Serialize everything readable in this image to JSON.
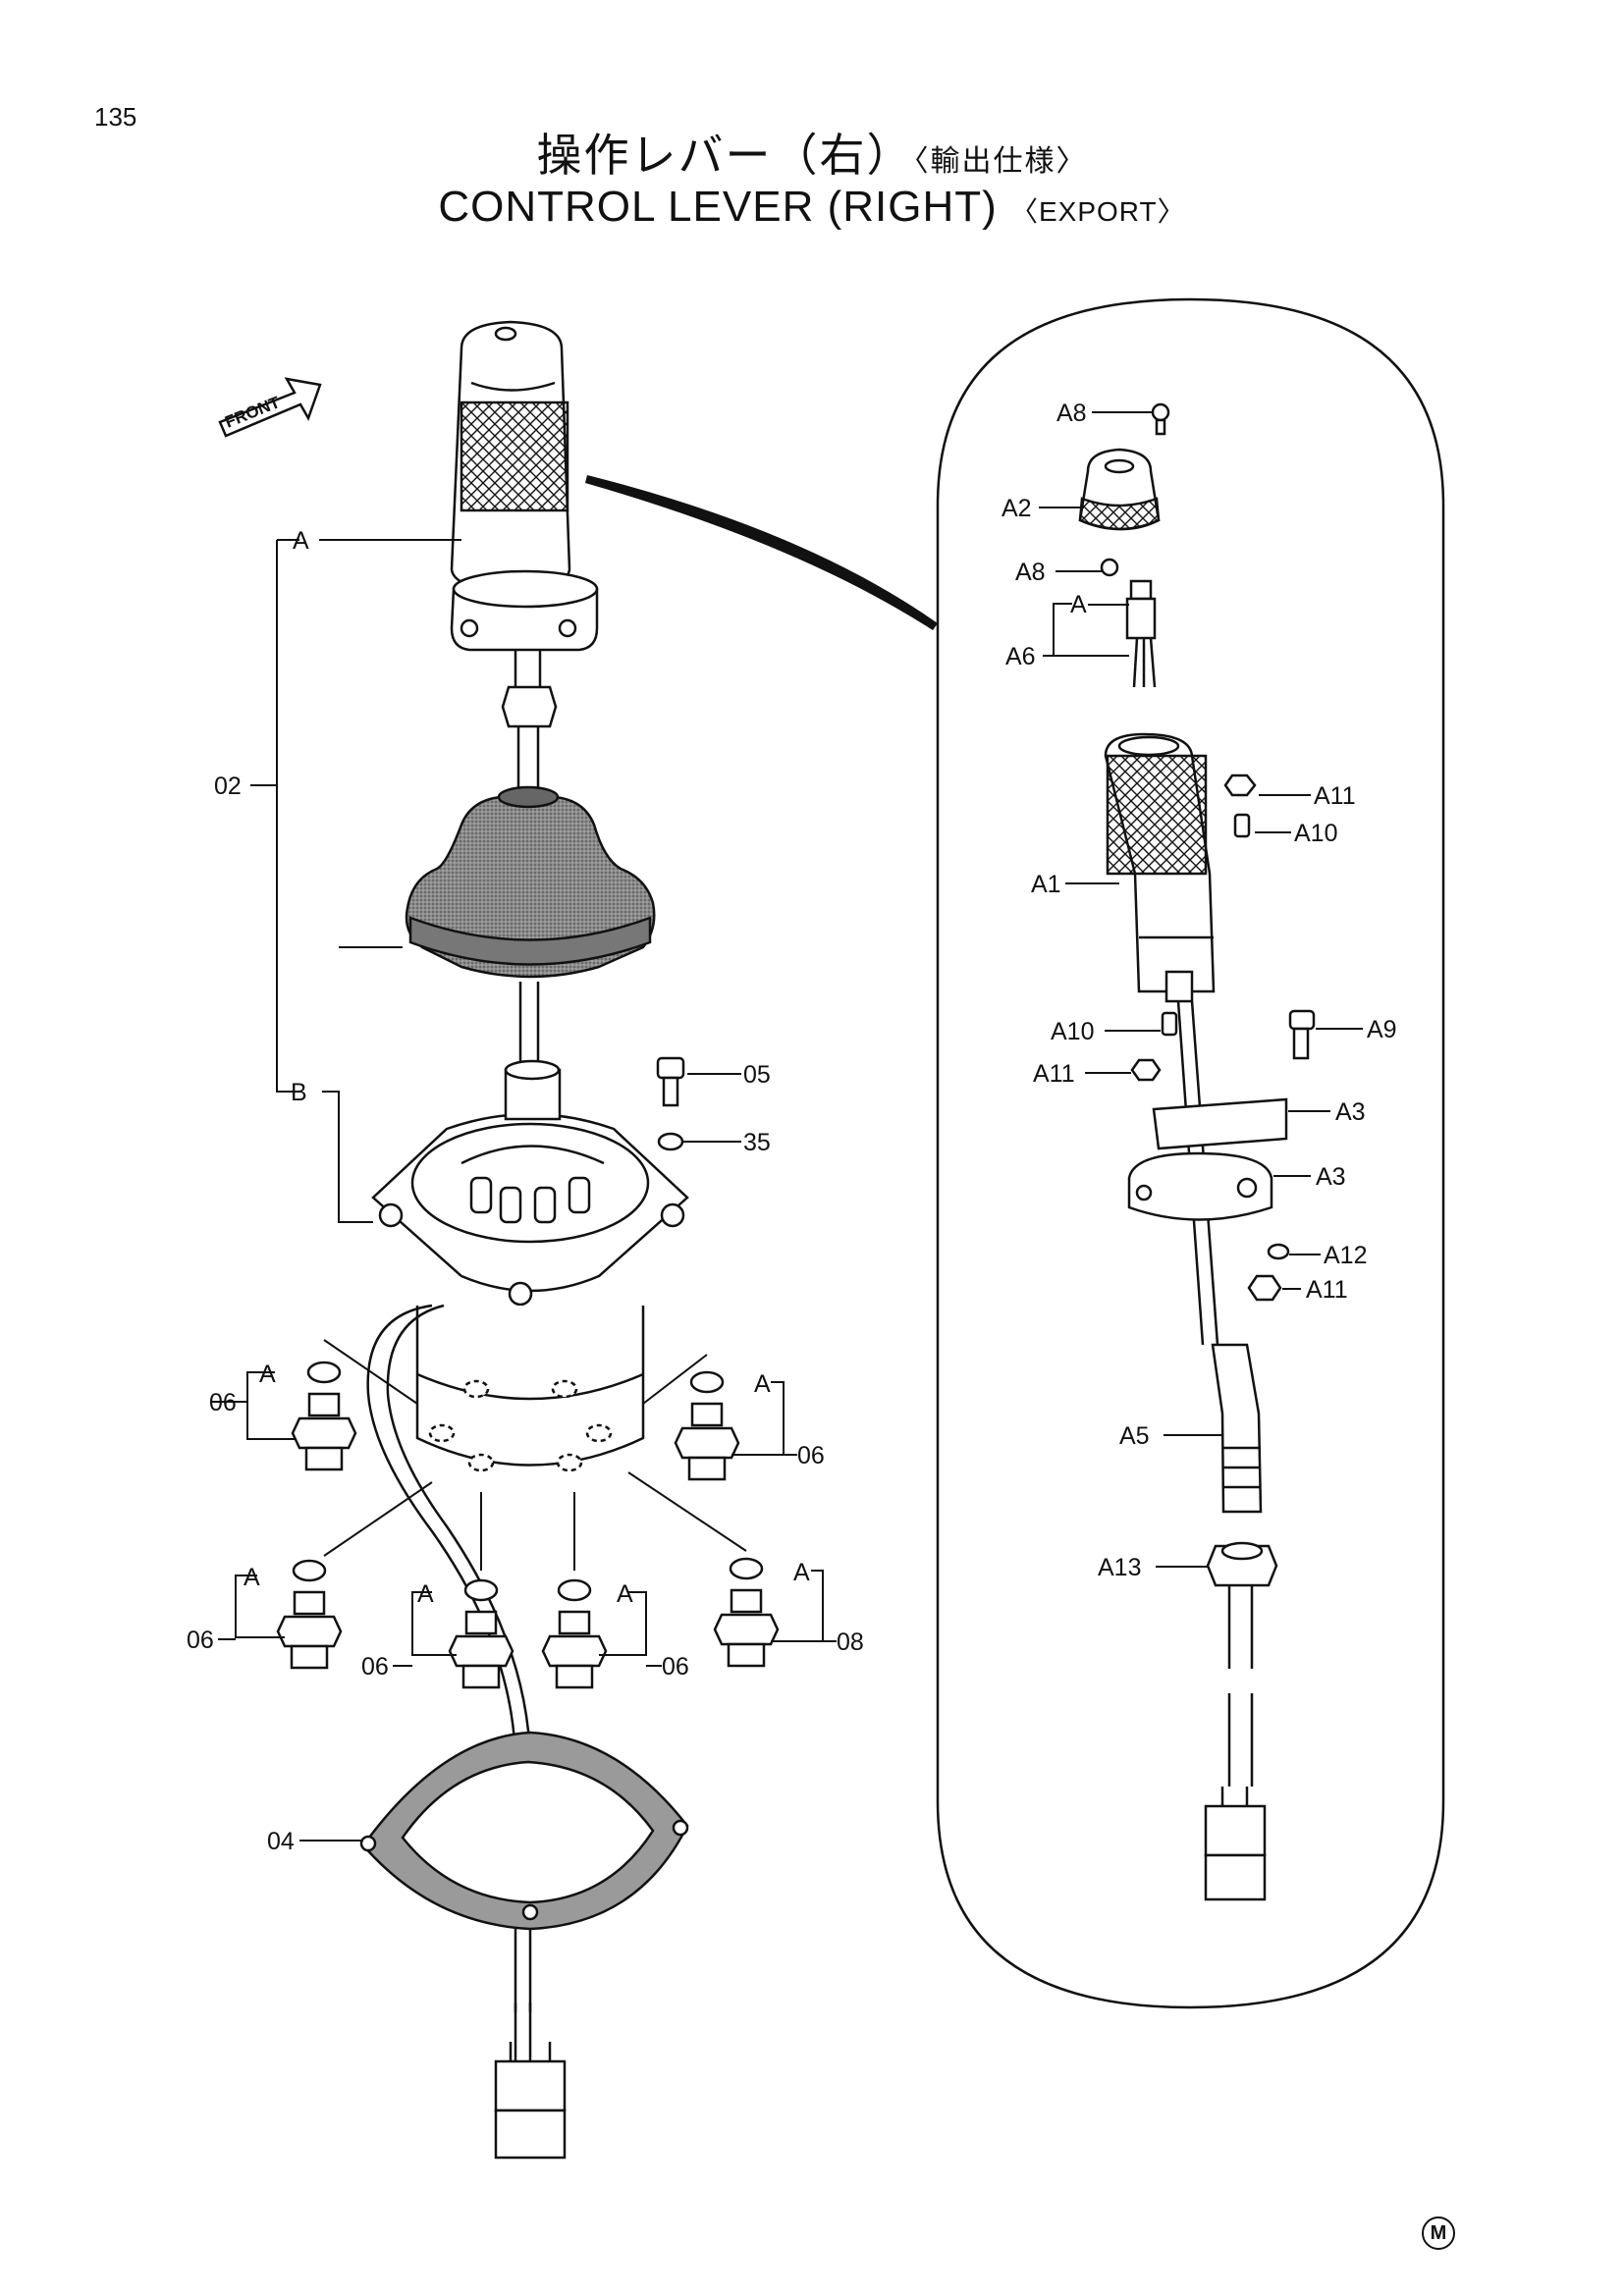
{
  "page_number": "135",
  "title_jp": "操作レバー（右）",
  "title_jp_sub": "〈輸出仕様〉",
  "title_en": "CONTROL LEVER (RIGHT)",
  "title_en_sub": "〈EXPORT〉",
  "front_label": "FRONT",
  "manufacturer_mark": "M",
  "callouts": {
    "group_a": "A",
    "group_b": "B",
    "part_02": "02",
    "part_05": "05",
    "part_35": "35",
    "part_06_1": "06",
    "part_06_2": "06",
    "part_06_3": "06",
    "part_06_4": "06",
    "part_06_5": "06",
    "part_08": "08",
    "part_04": "04",
    "sub_a_1": "A",
    "sub_a_2": "A",
    "sub_a_3": "A",
    "sub_a_4": "A",
    "sub_a_5": "A",
    "sub_a_6": "A"
  },
  "detail_callouts": {
    "a8_top": "A8",
    "a2": "A2",
    "a8_mid": "A8",
    "a_ref": "A",
    "a6": "A6",
    "a11_top": "A11",
    "a10_top": "A10",
    "a1": "A1",
    "a10_mid": "A10",
    "a9": "A9",
    "a11_mid": "A11",
    "a3_upper": "A3",
    "a3_lower": "A3",
    "a12": "A12",
    "a11_low": "A11",
    "a5": "A5",
    "a13": "A13"
  }
}
